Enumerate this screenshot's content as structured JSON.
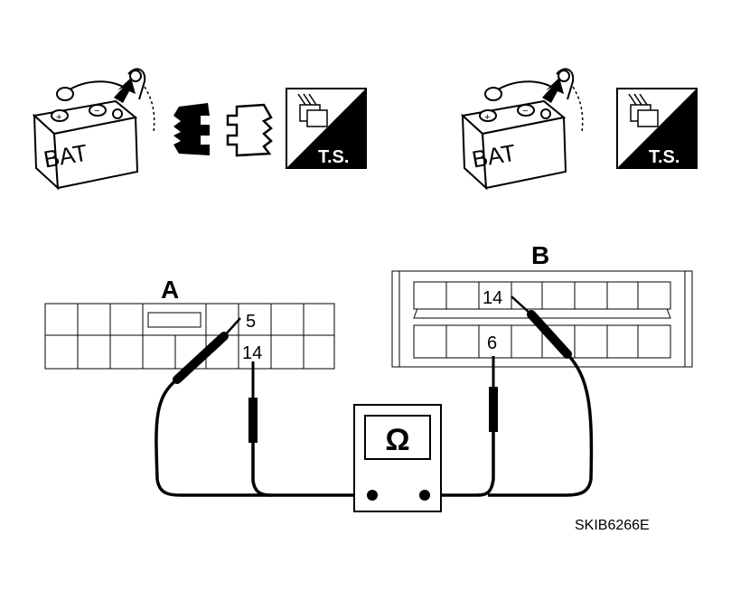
{
  "icons": {
    "battery_label": "BAT",
    "ts_label": "T.S."
  },
  "connector_a": {
    "label": "A",
    "pin_top": "5",
    "pin_bottom": "14"
  },
  "connector_b": {
    "label": "B",
    "pin_top": "14",
    "pin_bottom": "6"
  },
  "meter": {
    "symbol": "Ω"
  },
  "figure_code": "SKIB6266E"
}
